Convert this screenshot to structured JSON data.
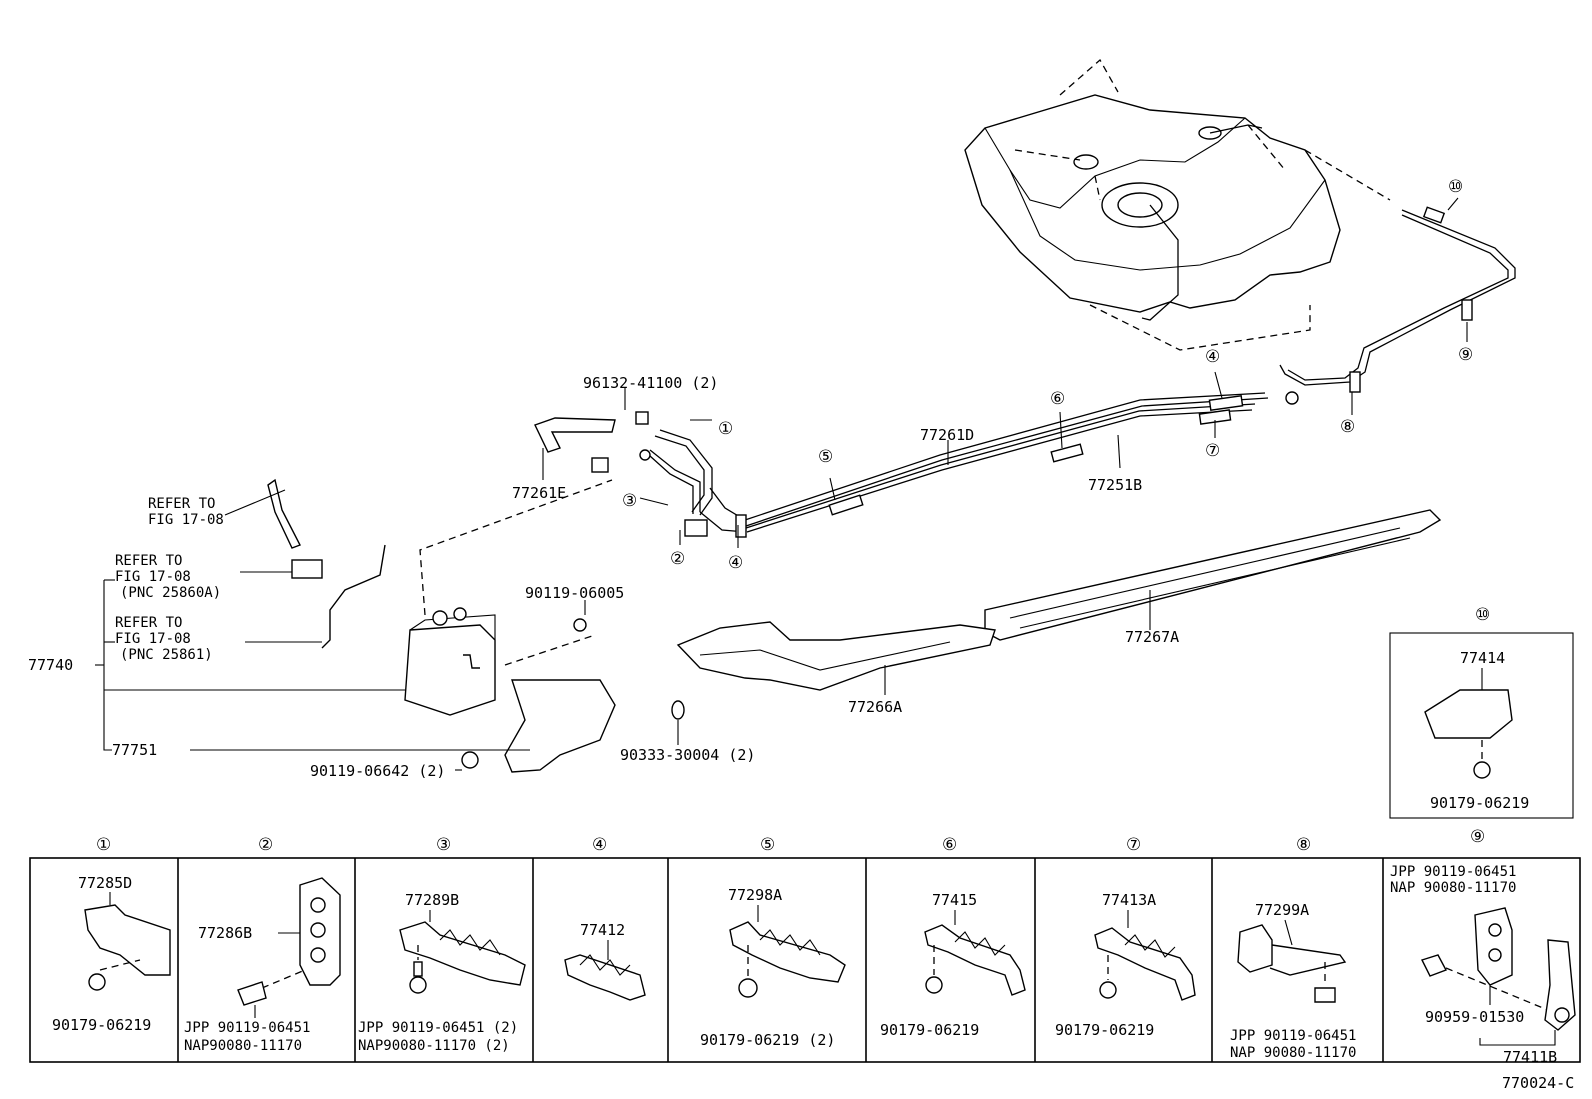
{
  "labels": {
    "hose_clamp": "96132-41100 (2)",
    "fuel_tube_e": "77261E",
    "fuel_tube_d": "77261D",
    "fuel_tube_b": "77251B",
    "refer1_a": "REFER TO",
    "refer1_b": "FIG 17-08",
    "refer2_a": "REFER TO",
    "refer2_b": "FIG 17-08",
    "refer2_c": "(PNC 25860A)",
    "refer3_a": "REFER TO",
    "refer3_b": "FIG 17-08",
    "refer3_c": "(PNC 25861)",
    "canister_assy": "77740",
    "canister_bracket": "77751",
    "bolt_06005": "90119-06005",
    "bolt_06642": "90119-06642 (2)",
    "gasket_30004": "90333-30004 (2)",
    "protector_a": "77266A",
    "protector_b": "77267A",
    "drawing_code": "770024-C"
  },
  "callouts": [
    "①",
    "②",
    "③",
    "④",
    "⑤",
    "⑥",
    "⑦",
    "⑧",
    "⑨",
    "⑩"
  ],
  "inset10": {
    "number": "⑩",
    "part": "77414",
    "nut": "90179-06219"
  },
  "details": [
    {
      "number": "①",
      "part": "77285D",
      "fast1": "90179-06219"
    },
    {
      "number": "②",
      "part": "77286B",
      "fast1": "JPP 90119-06451",
      "fast2": "NAP90080-11170"
    },
    {
      "number": "③",
      "part": "77289B",
      "fast1": "JPP 90119-06451 (2)",
      "fast2": "NAP90080-11170 (2)"
    },
    {
      "number": "④",
      "part": "77412"
    },
    {
      "number": "⑤",
      "part": "77298A",
      "fast1": "90179-06219 (2)"
    },
    {
      "number": "⑥",
      "part": "77415",
      "fast1": "90179-06219"
    },
    {
      "number": "⑦",
      "part": "77413A",
      "fast1": "90179-06219"
    },
    {
      "number": "⑧",
      "part": "77299A",
      "fast1": "JPP  90119-06451",
      "fast2": "NAP  90080-11170"
    },
    {
      "number": "⑨",
      "fast1": "JPP  90119-06451",
      "fast2": "NAP  90080-11170",
      "fast3": "90959-01530",
      "part": "77411B"
    }
  ]
}
